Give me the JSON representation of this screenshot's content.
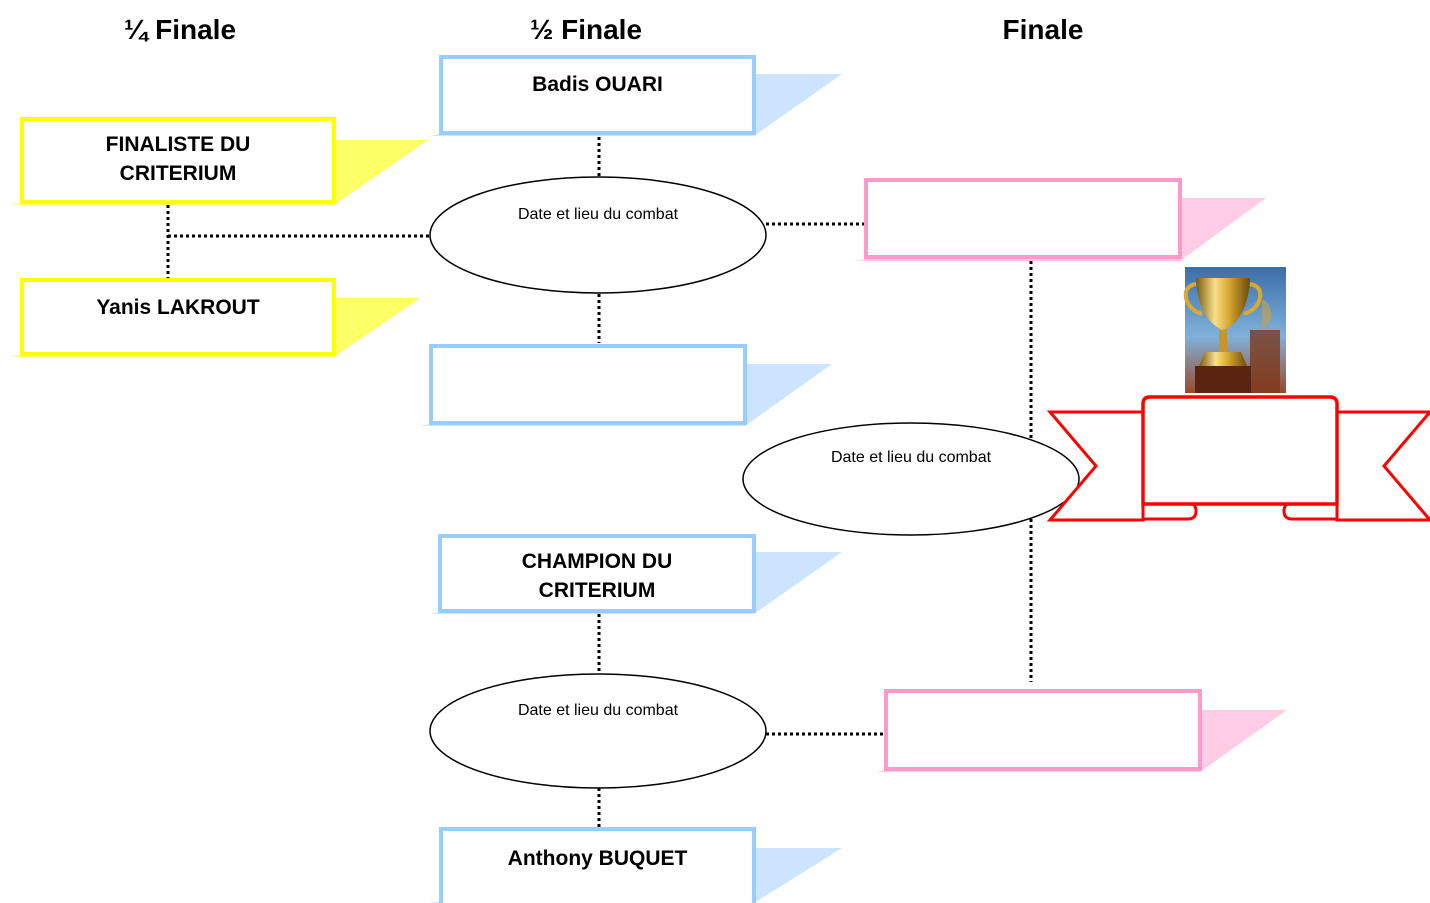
{
  "rounds": {
    "quarter": "¼ Finale",
    "semi": "½ Finale",
    "final": "Finale"
  },
  "quarter_final": {
    "box_top": "FINALISTE DU CRITERIUM",
    "box_bottom": "Yanis LAKROUT"
  },
  "semi_final": {
    "box_1": "Badis OUARI",
    "box_2": "",
    "box_3": "CHAMPION DU CRITERIUM",
    "box_4": "Anthony BUQUET"
  },
  "final": {
    "box_top": "",
    "box_bottom": "",
    "winner": ""
  },
  "combats": {
    "semi_top": "Date et lieu du combat",
    "final": "Date et lieu du combat",
    "semi_bottom": "Date et lieu du combat"
  },
  "icons": {
    "trophy": "trophy-icon",
    "banner": "ribbon-banner"
  },
  "colors": {
    "quarter_box": "#ffff00",
    "semi_box": "#99ccff",
    "final_box": "#ff99cc",
    "banner": "#ff0000"
  }
}
